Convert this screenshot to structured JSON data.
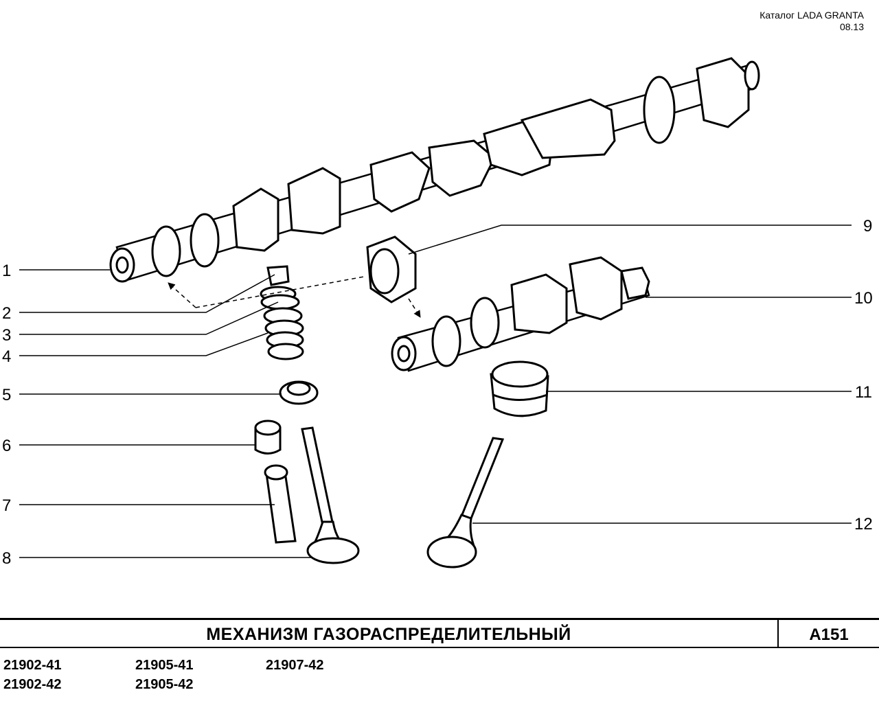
{
  "header": {
    "catalog_line": "Каталог  LADA  GRANTA",
    "date": "08.13"
  },
  "callouts": [
    "1",
    "2",
    "3",
    "4",
    "5",
    "6",
    "7",
    "8",
    "9",
    "10",
    "11",
    "12"
  ],
  "title_bar": {
    "title": "МЕХАНИЗМ   ГАЗОРАСПРЕДЕЛИТЕЛЬНЫЙ",
    "code": "А151"
  },
  "models": [
    "21902-41",
    "21905-41",
    "21907-42",
    "21902-42",
    "21905-42"
  ]
}
